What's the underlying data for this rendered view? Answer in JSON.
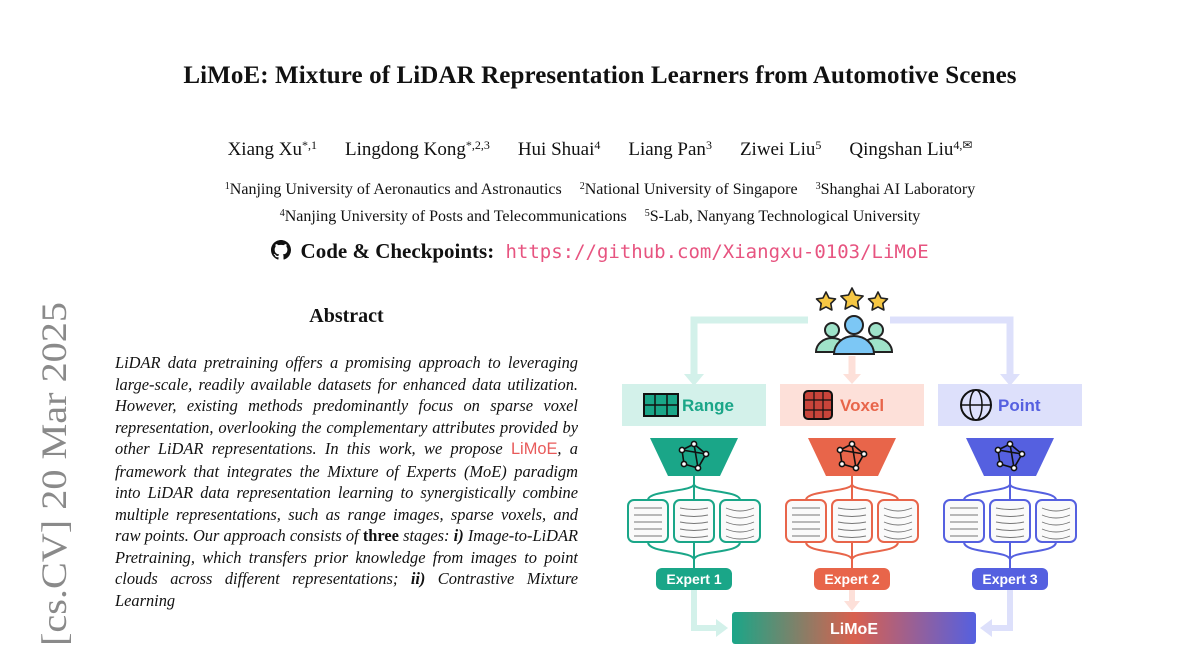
{
  "arxiv_stamp": {
    "text": "[cs.CV]  20 Mar 2025"
  },
  "title": "LiMoE: Mixture of LiDAR Representation Learners from Automotive Scenes",
  "authors": [
    {
      "name": "Xiang Xu",
      "sup": "*,1"
    },
    {
      "name": "Lingdong Kong",
      "sup": "*,2,3"
    },
    {
      "name": "Hui Shuai",
      "sup": "4"
    },
    {
      "name": "Liang Pan",
      "sup": "3"
    },
    {
      "name": "Ziwei Liu",
      "sup": "5"
    },
    {
      "name": "Qingshan Liu",
      "sup": "4,✉"
    }
  ],
  "affiliations_line1": [
    {
      "sup": "1",
      "name": "Nanjing University of Aeronautics and Astronautics"
    },
    {
      "sup": "2",
      "name": "National University of Singapore"
    },
    {
      "sup": "3",
      "name": "Shanghai AI Laboratory"
    }
  ],
  "affiliations_line2": [
    {
      "sup": "4",
      "name": "Nanjing University of Posts and Telecommunications"
    },
    {
      "sup": "5",
      "name": "S-Lab, Nanyang Technological University"
    }
  ],
  "code": {
    "label": "Code & Checkpoints:",
    "url": "https://github.com/Xiangxu-0103/LiMoE"
  },
  "abstract": {
    "heading": "Abstract",
    "p1": "LiDAR data pretraining offers a promising approach to leveraging large-scale, readily available datasets for enhanced data utilization. However, existing methods predominantly focus on sparse voxel representation, overlooking the complementary attributes provided by other LiDAR representations. In this work, we propose ",
    "highlight": "LiMoE",
    "p2": ", a framework that integrates the Mixture of Experts (MoE) paradigm into LiDAR data representation learning to synergistically combine multiple representations, such as range images, sparse voxels, and raw points. Our approach consists of ",
    "bold1": "three",
    "p3": " stages: ",
    "bold2": "i)",
    "p4": " Image-to-LiDAR Pretraining, which transfers prior knowledge from images to point clouds across different representations; ",
    "bold3": "ii)",
    "p5": " Contrastive Mixture Learning"
  },
  "figure": {
    "branches": [
      {
        "label": "Range",
        "expert": "Expert 1",
        "color": "#1aa688",
        "light": "#d3f1ea"
      },
      {
        "label": "Voxel",
        "expert": "Expert 2",
        "color": "#e8654a",
        "light": "#fde0d9"
      },
      {
        "label": "Point",
        "expert": "Expert 3",
        "color": "#5560e0",
        "light": "#dde0fb"
      }
    ],
    "output_label": "LiMoE"
  }
}
